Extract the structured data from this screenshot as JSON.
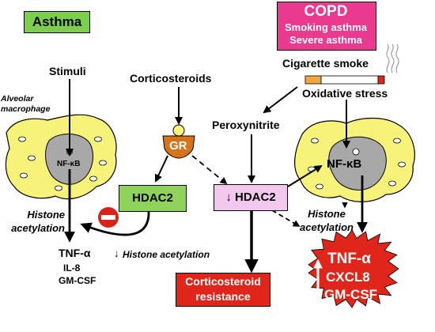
{
  "asthma": {
    "title": "Asthma",
    "stimuli": "Stimuli",
    "corticosteroids": "Corticosteroids",
    "alveolar_macrophage": "Alveolar\nmacrophage",
    "nfkb": "NF-κB",
    "gr": "GR",
    "hdac2": "HDAC2",
    "histone_acetylation": "Histone\nacetylation",
    "reduced_histone_acetylation": "Histone acetylation",
    "cytokines": [
      "TNF-α",
      "IL-8",
      "GM-CSF"
    ]
  },
  "copd": {
    "title": "COPD",
    "subtitles": [
      "Smoking asthma",
      "Severe asthma"
    ],
    "cigarette_smoke": "Cigarette smoke",
    "oxidative_stress": "Oxidative stress",
    "peroxynitrite": "Peroxynitrite",
    "hdac2": "HDAC2",
    "nfkb": "NF-κB",
    "histone_acetylation": "Histone\nacetylation",
    "resistance": "Corticosteroid\nresistance",
    "cytokines": [
      "TNF-α",
      "CXCL8",
      "GM-CSF"
    ]
  },
  "colors": {
    "asthma_box": "#7ccf4a",
    "copd_box": "#ea3a8f",
    "hdac2_green": "#8fd35a",
    "hdac2_pink": "#f3c8ee",
    "gr": "#d6731c",
    "cell_yellow": "#f7f27a",
    "nucleus_gray": "#a8a8a8",
    "red": "#e0261a",
    "inhibit_red": "#d8221a"
  }
}
